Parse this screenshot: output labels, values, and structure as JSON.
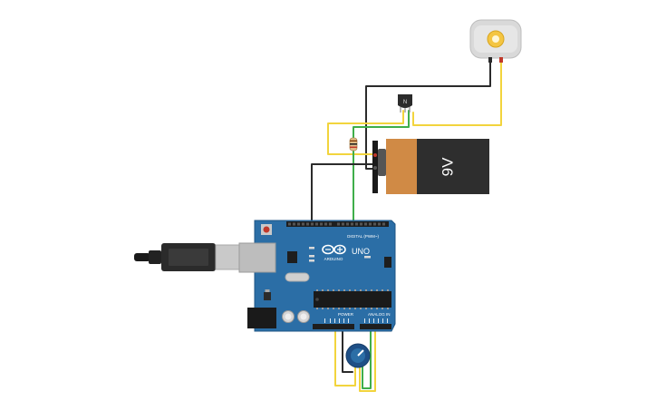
{
  "battery": {
    "label": "9V"
  },
  "transistor": {
    "label": "N"
  },
  "arduino": {
    "logo": "ARDUINO",
    "model": "UNO",
    "digital_header": "DIGITAL (PWM~)",
    "power_header": "POWER",
    "analog_header": "ANALOG IN"
  },
  "colors": {
    "board": "#2b6ea6",
    "wire_black": "#2b2b2b",
    "wire_yellow": "#f2d43d",
    "wire_green": "#3fae4a",
    "battery_body": "#2e2e2e",
    "battery_cap": "#d08a45",
    "motor": "#d9d9d9"
  }
}
